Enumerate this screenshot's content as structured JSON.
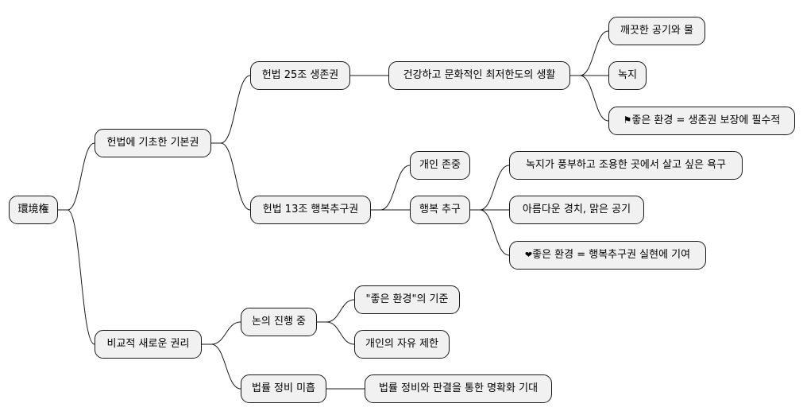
{
  "nodes": {
    "root": "環境権",
    "basic_rights": "헌법에 기초한 기본권",
    "art25": "헌법 25조 생존권",
    "art25_minimum": "건강하고 문화적인 최저한도의 생활",
    "clean_air_water": "깨끗한 공기와 물",
    "greenery": "녹지",
    "art25_essential": "좋은 환경 = 생존권 보장에 필수적",
    "art13": "헌법 13조 행복추구권",
    "respect_individual": "개인 존중",
    "pursuit_happiness": "행복 추구",
    "desire_green_quiet": "녹지가 풍부하고 조용한 곳에서 살고 싶은 욕구",
    "scenery_air": "아름다운 경치, 맑은 공기",
    "art13_contrib": "좋은 환경 = 행복추구권 실현에 기여",
    "new_right": "비교적 새로운 권리",
    "under_discussion": "논의 진행 중",
    "good_env_criteria": "\"좋은 환경\"의 기준",
    "freedom_limit": "개인의 자유 제한",
    "law_incomplete": "법률 정비 미흡",
    "law_expectation": "법률 정비와 판결을 통한 명확화 기대"
  },
  "icons": {
    "art25_essential": "flag-icon",
    "art13_contrib": "heart-icon"
  },
  "colors": {
    "node_fill": "#f1f1f1",
    "node_border": "#181818",
    "line": "#181818"
  }
}
